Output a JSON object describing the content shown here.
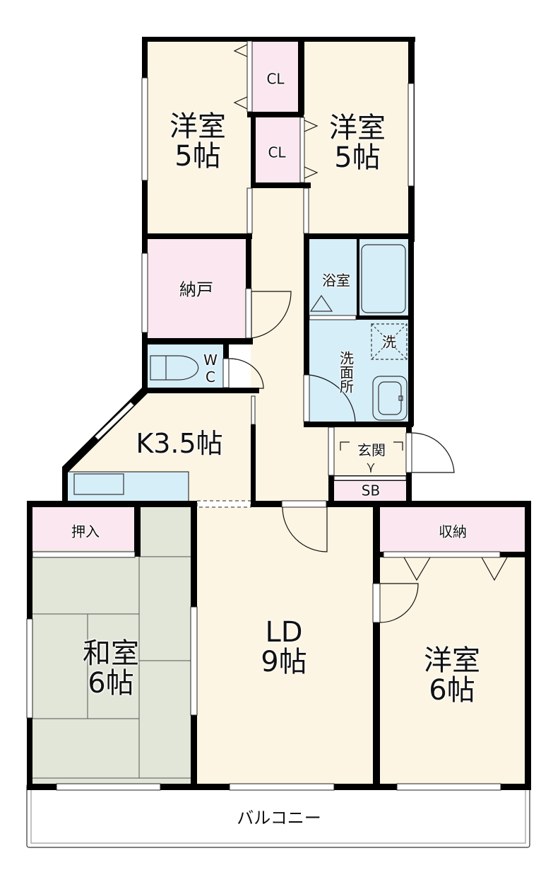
{
  "plan": {
    "colors": {
      "western_room": "#fdf5e3",
      "storage": "#fbe7ef",
      "wet_area": "#d6eef8",
      "tatami": "#e1e6d8",
      "wall": "#000000",
      "balcony": "#ffffff"
    },
    "rooms": {
      "western_nw": {
        "line1": "洋室",
        "line2": "5帖"
      },
      "western_ne": {
        "line1": "洋室",
        "line2": "5帖"
      },
      "closet_1": {
        "label": "CL"
      },
      "closet_2": {
        "label": "CL"
      },
      "storeroom": {
        "label": "納戸"
      },
      "bathroom": {
        "label": "浴室"
      },
      "washer": {
        "label": "洗"
      },
      "washroom": {
        "label": "洗面所"
      },
      "toilet": {
        "label": "WC"
      },
      "kitchen": {
        "label": "K3.5帖"
      },
      "entrance": {
        "label": "玄関"
      },
      "shoe_box": {
        "label": "SB"
      },
      "oshiire": {
        "label": "押入"
      },
      "japanese_room": {
        "line1": "和室",
        "line2": "6帖"
      },
      "living_dining": {
        "line1": "LD",
        "line2": "9帖"
      },
      "storage_se": {
        "label": "収納"
      },
      "western_se": {
        "line1": "洋室",
        "line2": "6帖"
      },
      "balcony": {
        "label": "バルコニー"
      }
    }
  }
}
